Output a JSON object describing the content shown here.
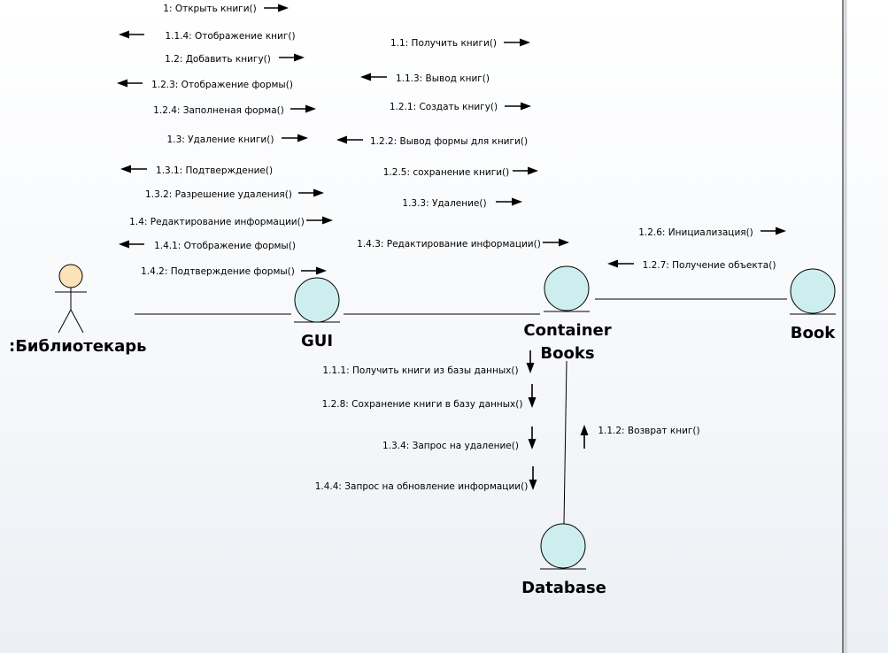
{
  "diagram": {
    "objects": {
      "actor": ":Библиотекарь",
      "gui": "GUI",
      "container_line1": "Container",
      "container_line2": "Books",
      "book": "Book",
      "database": "Database"
    },
    "messages": [
      "1: Открыть книги()",
      "1.1.4: Отображение книг()",
      "1.2: Добавить книгу()",
      "1.2.3: Отображение формы()",
      "1.2.4: Заполненая форма()",
      "1.3: Удаление книги()",
      "1.3.1: Подтверждение()",
      "1.3.2: Разрешение удаления()",
      "1.4: Редактирование информации()",
      "1.4.1: Отображение формы()",
      "1.4.2: Подтверждение формы()",
      "1.1: Получить книги()",
      "1.1.3: Вывод книг()",
      "1.2.1: Создать книгу()",
      "1.2.2: Вывод формы для книги()",
      "1.2.5: сохранение книги()",
      "1.3.3: Удаление()",
      "1.4.3: Редактирование информации()",
      "1.2.6: Инициализация()",
      "1.2.7: Получение объекта()",
      "1.1.1: Получить книги из базы данных()",
      "1.2.8: Сохранение книги в базу данных()",
      "1.3.4: Запрос на удаление()",
      "1.4.4: Запрос на обновление информации()",
      "1.1.2: Возврат книг()"
    ]
  }
}
